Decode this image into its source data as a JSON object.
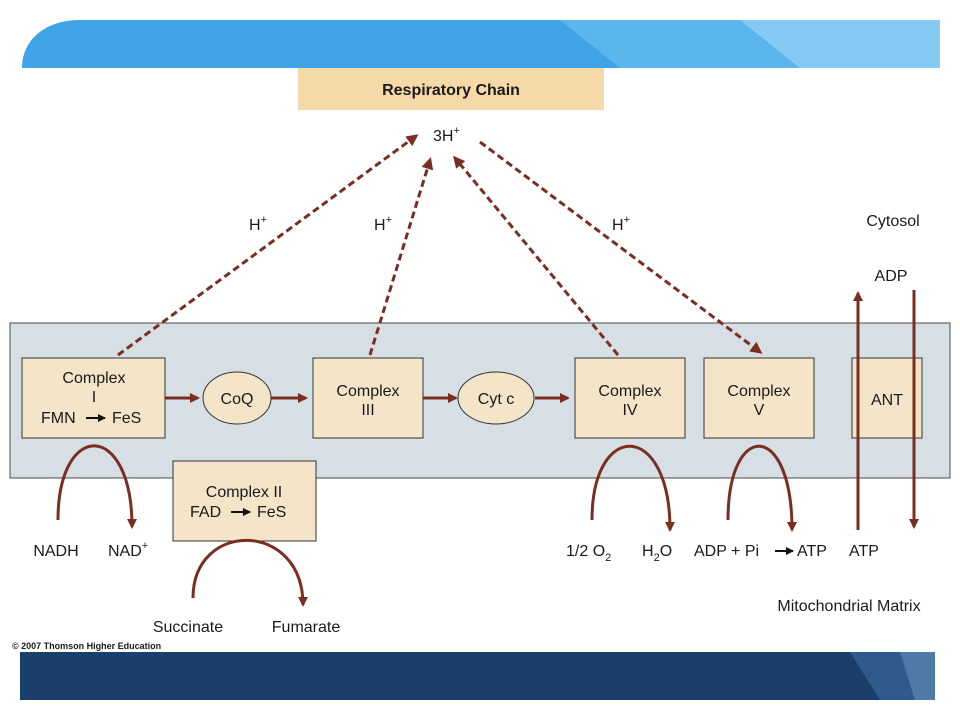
{
  "title": "Respiratory Chain",
  "proton_pool": "3H",
  "superscript_plus": "+",
  "h_plus_base": "H",
  "compartments": {
    "cytosol": "Cytosol",
    "matrix": "Mitochondrial Matrix"
  },
  "complex_i": {
    "line1": "Complex",
    "line2": "I",
    "line3_a": "FMN",
    "line3_b": "FeS"
  },
  "coq": "CoQ",
  "complex_iii": {
    "line1": "Complex",
    "line2": "III"
  },
  "cyt_c": "Cyt c",
  "complex_iv": {
    "line1": "Complex",
    "line2": "IV"
  },
  "complex_v": {
    "line1": "Complex",
    "line2": "V"
  },
  "ant": "ANT",
  "complex_ii": {
    "line1": "Complex II",
    "line2_a": "FAD",
    "line2_b": "FeS"
  },
  "substrates": {
    "nadh": "NADH",
    "nad_base": "NAD",
    "oxygen_prefix": "1/2 O",
    "oxygen_sub": "2",
    "water_a": "H",
    "water_sub": "2",
    "water_b": "O",
    "adp_pi": "ADP + Pi",
    "atp_product": "ATP",
    "atp_matrix": "ATP",
    "adp_cytosol": "ADP",
    "succinate": "Succinate",
    "fumarate": "Fumarate"
  },
  "copyright": "© 2007 Thomson Higher Education",
  "colors": {
    "arrow": "#7a2e22",
    "membrane": "#d6dfe4",
    "box_fill": "#f4e4c8",
    "title_fill": "#f5d9a8",
    "banner_top": "#3fa4e6",
    "banner_bottom": "#1b3f6b"
  }
}
